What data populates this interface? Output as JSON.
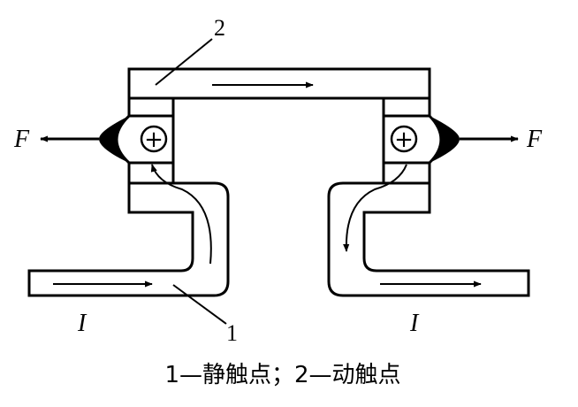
{
  "labels": {
    "moving_contact_number": "2",
    "static_contact_number": "1",
    "force_left": "F",
    "force_right": "F",
    "current_left": "I",
    "current_right": "I",
    "plus_left": "+",
    "plus_right": "+"
  },
  "caption": "1—静触点；2—动触点"
}
